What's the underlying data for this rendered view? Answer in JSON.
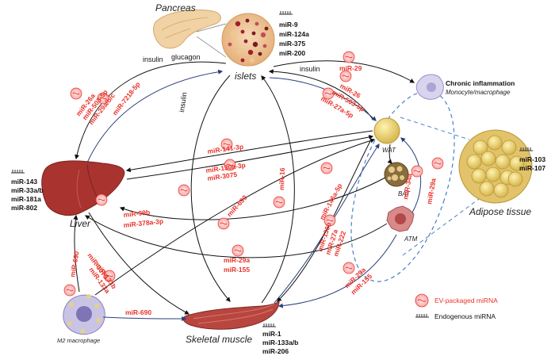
{
  "organs": {
    "pancreas": "Pancreas",
    "islets": "islets",
    "liver": "Liver",
    "skeletal_muscle": "Skeletal muscle",
    "adipose_tissue": "Adipose tissue",
    "wat": "WAT",
    "bat": "BAT",
    "atm": "ATM",
    "m2_macrophage": "M2 macrophage",
    "chronic_inflammation": "Chronic inflammation",
    "monocyte_macrophage": "Monocyte/macrophage"
  },
  "endogenous": {
    "islets": [
      "miR-9",
      "miR-124a",
      "miR-375",
      "miR-200"
    ],
    "liver": [
      "miR-143",
      "miR-33a/b",
      "miR-181a",
      "miR-802"
    ],
    "muscle": [
      "miR-1",
      "miR-133a/b",
      "miR-206"
    ],
    "adipose": [
      "miR-103",
      "miR-107"
    ]
  },
  "flow_labels": {
    "insulin_left": "insulin",
    "glucagon": "glucagon",
    "insulin_mid": "insulin",
    "insulin_right": "insulin"
  },
  "ev_labels": {
    "liver_islets_a": [
      "miR-26a",
      "miR-503-5p",
      "miR-29a/b/c"
    ],
    "liver_islets_b": [
      "miR-7218-5p"
    ],
    "islets_wat": [
      "miR-26",
      "miR-503-5p",
      "miR-27a-5p"
    ],
    "islets_inflam": [
      "miR-29"
    ],
    "wat_liver": [
      "miR-141-3p",
      "miR-130a-3p",
      "miR-3075"
    ],
    "bat_liver": [
      "miR-99b",
      "miR-378a-3p"
    ],
    "muscle_wat": [
      "miR-690"
    ],
    "wat_muscle": [
      "miR-146a-5p"
    ],
    "muscle_islets": [
      "miR-16"
    ],
    "muscle_atm": [
      "miR-130b",
      "miR-27a",
      "miR-222"
    ],
    "atm_liver": [
      "miR-29a",
      "miR-155"
    ],
    "atm_muscle": [
      "miR-29a",
      "miR-155"
    ],
    "wat_bat": [
      "miR-34a"
    ],
    "atm_wat": [
      "miR-29a"
    ],
    "liver_muscle": [
      "miR-3075",
      "miR-133a",
      "miR-133b"
    ],
    "m2_liver": [
      "miR-690"
    ],
    "m2_muscle": [
      "miR-690"
    ]
  },
  "legend": {
    "ev": "EV-packaged miRNA",
    "endogenous": "Endogenous miRNA"
  },
  "colors": {
    "ev_red": "#e8332a",
    "arrow_black": "#111111",
    "arrow_navy": "#2a3f7a",
    "dashed_blue": "#4a7fc9"
  }
}
